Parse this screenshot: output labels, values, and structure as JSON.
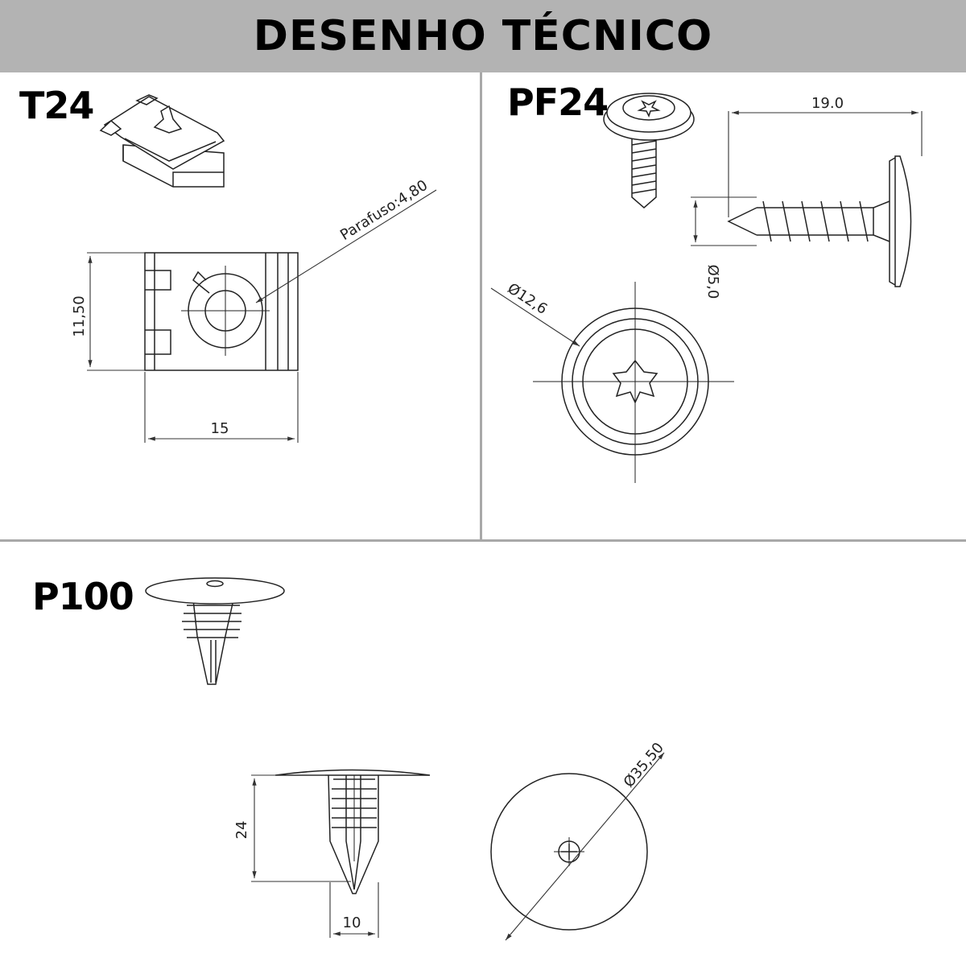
{
  "header": {
    "title": "DESENHO TÉCNICO"
  },
  "t24": {
    "label": "T24",
    "dim_screw": "Parafuso:4,80",
    "dim_height": "11,50",
    "dim_width": "15"
  },
  "pf24": {
    "label": "PF24",
    "dim_length": "19.0",
    "dim_diameter": "Ø5,0",
    "dim_head": "Ø12,6"
  },
  "p100": {
    "label": "P100",
    "dim_height": "24",
    "dim_width": "10",
    "dim_head": "Ø35,50"
  }
}
